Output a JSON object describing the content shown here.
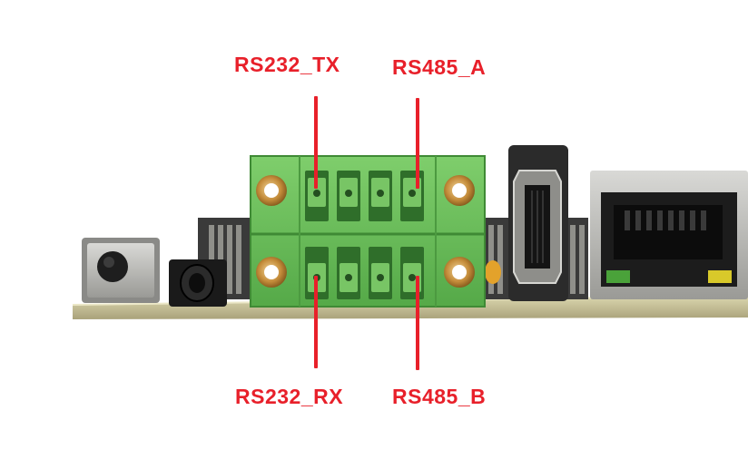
{
  "labels": {
    "rs232_tx": "RS232_TX",
    "rs485_a": "RS485_A",
    "rs232_rx": "RS232_RX",
    "rs485_b": "RS485_B"
  },
  "colors": {
    "annotation": "#e8202a",
    "terminal_block": "#66bb5a",
    "pcb": "#c8c29a",
    "background": "#ffffff"
  },
  "components": [
    "reset-button",
    "audio-jack",
    "terminal-block-8-pin",
    "hdmi-port",
    "ethernet-port"
  ]
}
